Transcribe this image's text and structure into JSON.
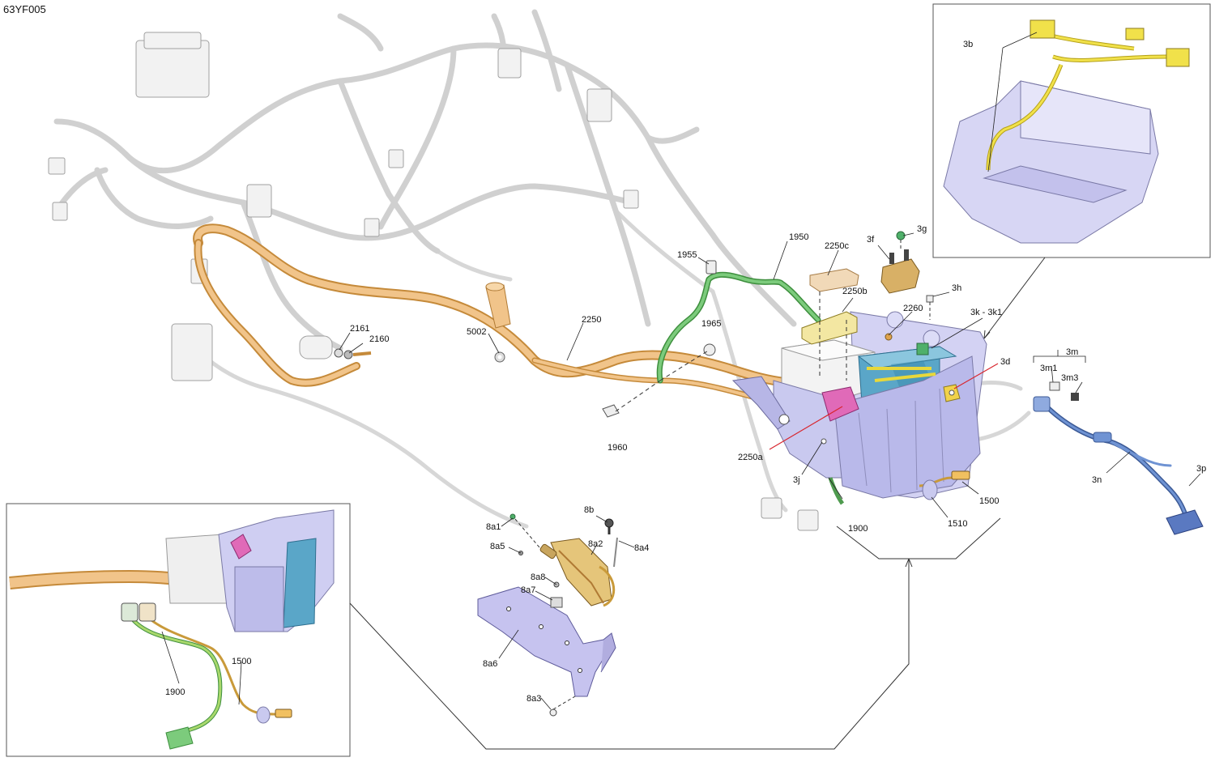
{
  "diagram_code": "63YF005",
  "callouts": {
    "c2161": "2161",
    "c2160": "2160",
    "c5002": "5002",
    "c2250": "2250",
    "c1955": "1955",
    "c1950": "1950",
    "c2250c": "2250c",
    "c3f": "3f",
    "c3g": "3g",
    "c2250b": "2250b",
    "c3h": "3h",
    "c2260": "2260",
    "c3k": "3k - 3k1",
    "c1965": "1965",
    "c3d": "3d",
    "c3b": "3b",
    "c3m": "3m",
    "c3m1": "3m1",
    "c3m3": "3m3",
    "c3n": "3n",
    "c3p": "3p",
    "c1960": "1960",
    "c2250a": "2250a",
    "c3j": "3j",
    "c1500": "1500",
    "c1510": "1510",
    "c1900": "1900",
    "c8b": "8b",
    "c8a1": "8a1",
    "c8a2": "8a2",
    "c8a4": "8a4",
    "c8a5": "8a5",
    "c8a8": "8a8",
    "c8a7": "8a7",
    "c8a6": "8a6",
    "c8a3": "8a3",
    "inset_1900": "1900",
    "inset_1500": "1500"
  },
  "colors": {
    "harness": "#b9b9b9",
    "battery_cable": "#f1c48a",
    "ground_cable": "#7ccb7c",
    "tray": "#c9c9ef",
    "battery": "#5aa6c8",
    "connector_pink": "#e06ab8",
    "yellow_harness": "#f1e14a",
    "blue_cable": "#6f93d3",
    "relay_gold": "#d8b066",
    "bracket_lavender": "#c6c3ef",
    "leader": "#222222",
    "red_leader": "#d8262e"
  }
}
